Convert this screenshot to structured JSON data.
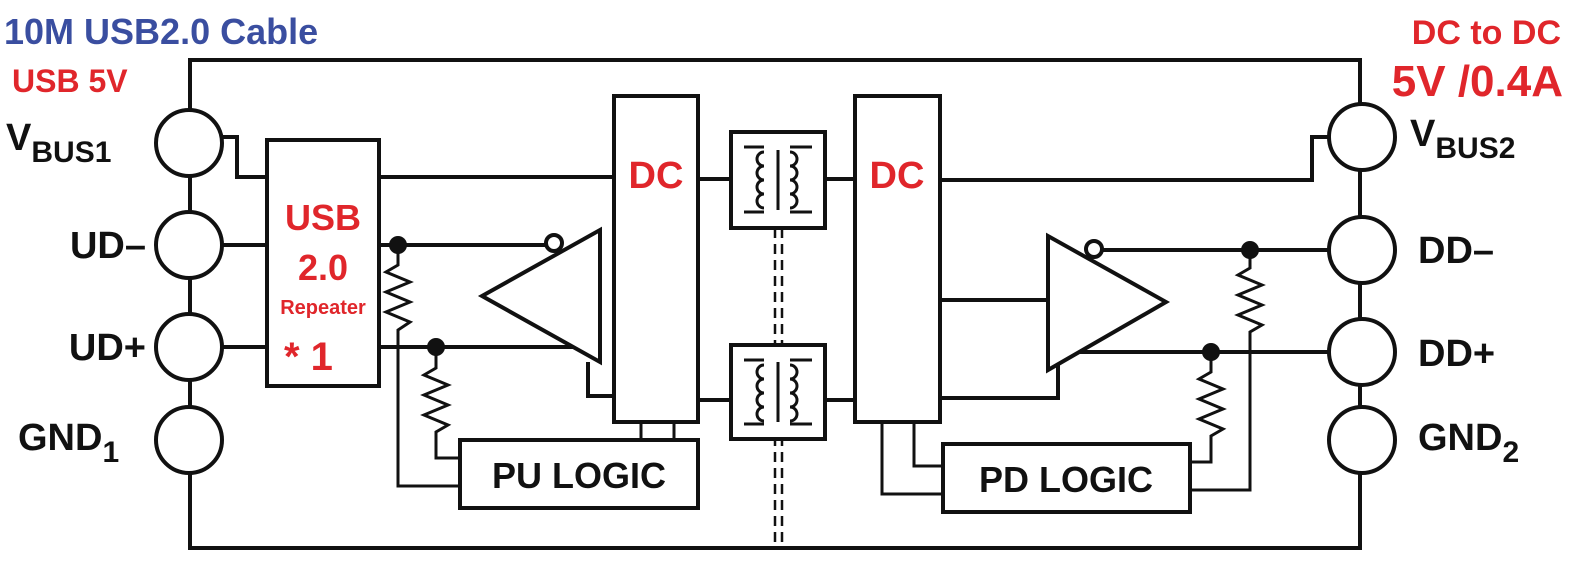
{
  "header": {
    "cable_title": "10M USB2.0 Cable",
    "usb_power": "USB 5V",
    "dcdc_title": "DC to DC",
    "dcdc_rating": "5V /0.4A"
  },
  "pins_left": {
    "vbus_main": "V",
    "vbus_sub": "BUS1",
    "ud_minus": "UD–",
    "ud_plus": "UD+",
    "gnd_main": "GND",
    "gnd_sub": "1"
  },
  "pins_right": {
    "vbus_main": "V",
    "vbus_sub": "BUS2",
    "dd_minus": "DD–",
    "dd_plus": "DD+",
    "gnd_main": "GND",
    "gnd_sub": "2"
  },
  "blocks": {
    "repeater_line1": "USB",
    "repeater_line2": "2.0",
    "repeater_line3": "Repeater",
    "repeater_note": "* 1",
    "dc_left": "DC",
    "dc_right": "DC",
    "pu_logic": "PU LOGIC",
    "pd_logic": "PD LOGIC"
  },
  "colors": {
    "blue_text": "#3a4ea0",
    "red_text": "#e0262b",
    "line": "#111111"
  }
}
